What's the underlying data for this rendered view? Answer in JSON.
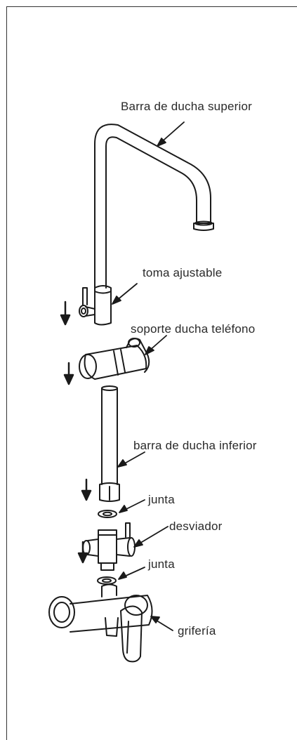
{
  "labels": {
    "barra_superior": "Barra de ducha superior",
    "toma_ajustable": "toma ajustable",
    "soporte_ducha": "soporte ducha teléfono",
    "barra_inferior": "barra de ducha inferior",
    "junta_1": "junta",
    "desviador": "desviador",
    "junta_2": "junta",
    "griferia": "grifería"
  },
  "colors": {
    "ink": "#1a1a1a",
    "text": "#2a2a2a",
    "frame": "#333333"
  }
}
